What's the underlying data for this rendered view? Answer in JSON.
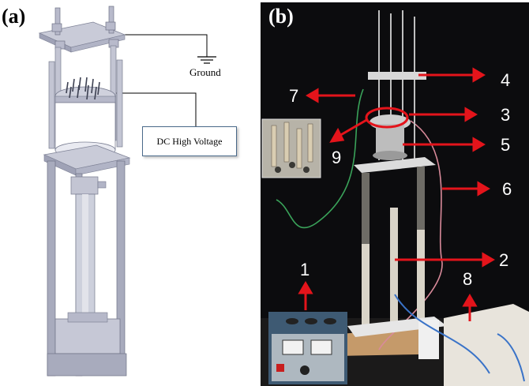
{
  "panels": {
    "a": {
      "label": "(a)"
    },
    "b": {
      "label": "(b)"
    }
  },
  "schematic": {
    "ground_label": "Ground",
    "hv_label": "DC High Voltage"
  },
  "photo_callouts": [
    "1",
    "2",
    "3",
    "4",
    "5",
    "6",
    "7",
    "8",
    "9"
  ],
  "colors": {
    "arrow": "#e4141b",
    "background_photo": "#0c0c0e",
    "frame": "#b9bccc",
    "plate": "#c6c8d6"
  },
  "icons": [
    "ground-symbol-icon",
    "arrow-icon"
  ]
}
